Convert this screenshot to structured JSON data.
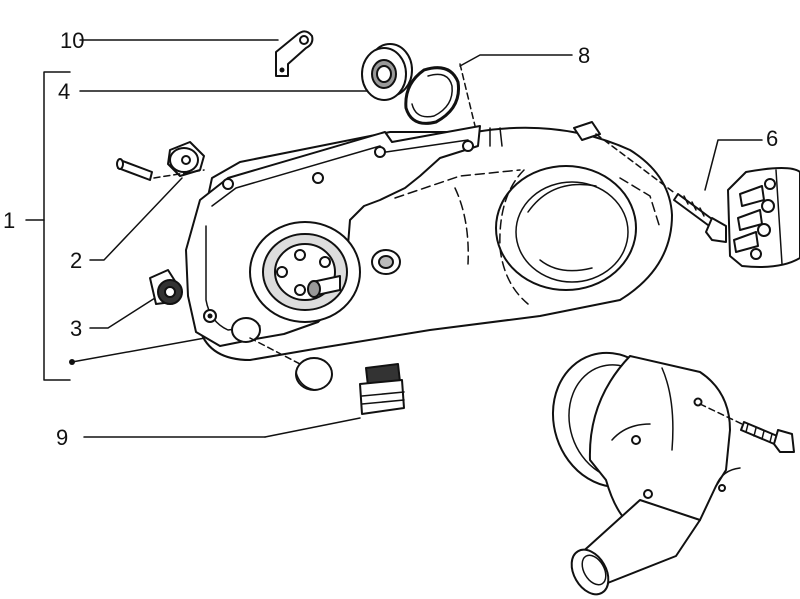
{
  "diagram": {
    "type": "exploded-parts-view",
    "callouts": [
      "1",
      "2",
      "3",
      "4",
      "6",
      "8",
      "9",
      "10"
    ],
    "colors": {
      "line": "#111111",
      "background": "#ffffff"
    }
  }
}
